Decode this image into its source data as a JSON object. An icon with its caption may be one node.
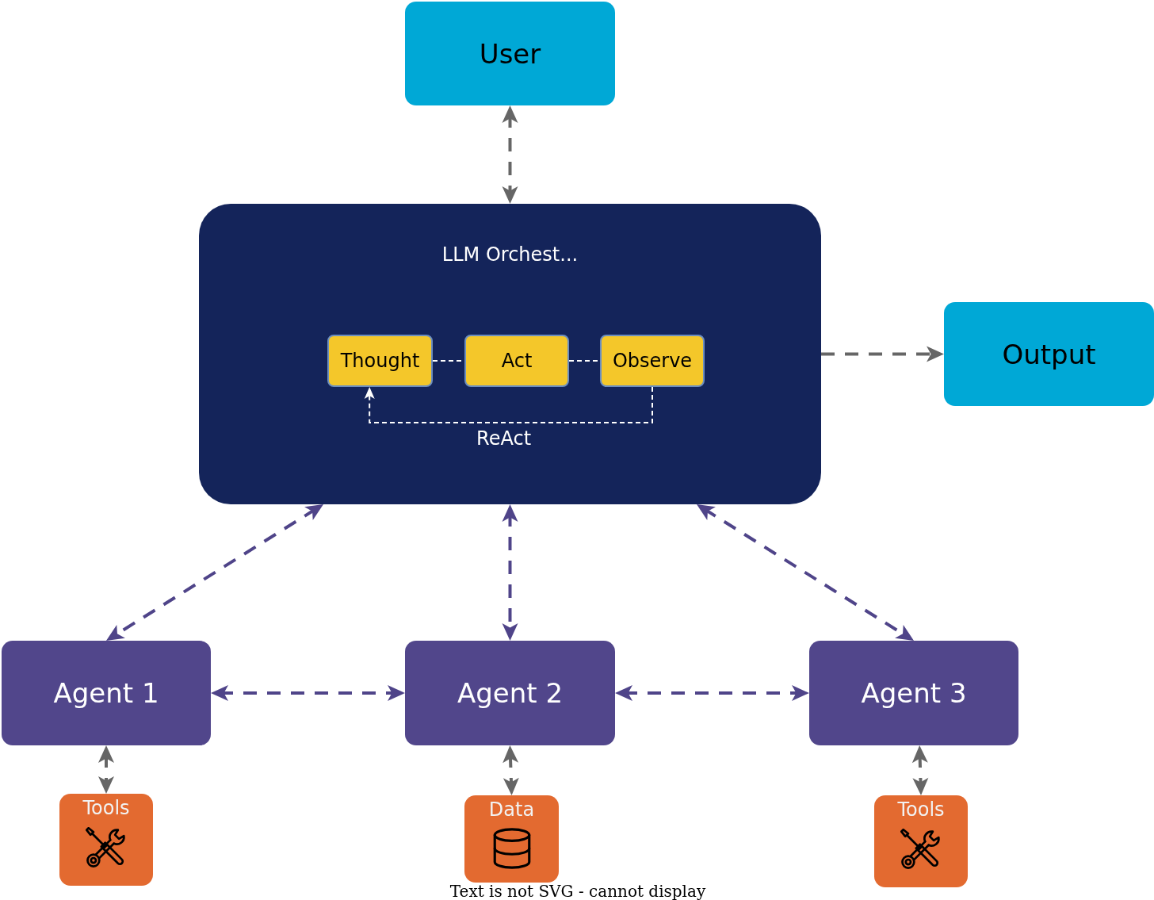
{
  "diagram": {
    "nodes": [
      {
        "text": [
          "User"
        ]
      },
      {
        "text": [
          "LLM Orchest..."
        ]
      },
      {
        "text": [
          "Thought"
        ],
        "in": 1
      },
      {
        "text": [
          "Act"
        ],
        "in": 1
      },
      {
        "text": [
          "Observe"
        ],
        "in": 1
      },
      {
        "text": [
          "Output"
        ]
      },
      {
        "text": [
          "Agent 1"
        ]
      },
      {
        "text": [
          "Agent 2"
        ]
      },
      {
        "text": [
          "Agent 3"
        ]
      },
      {
        "text": [
          "Tools"
        ]
      },
      {
        "text": [
          "Data"
        ]
      },
      {
        "text": [
          "Tools"
        ]
      }
    ],
    "edges": [
      {
        "from": 0,
        "to": 1,
        "arrow": "both",
        "style": "dashed",
        "color": "#666666"
      },
      {
        "from": 2,
        "to": 3,
        "arrow": "none",
        "style": "dashed",
        "color": "#ffffff"
      },
      {
        "from": 3,
        "to": 4,
        "arrow": "none",
        "style": "dashed",
        "color": "#ffffff"
      },
      {
        "from": 4,
        "to": 2,
        "arrow": "to",
        "label": "ReAct",
        "style": "dashed",
        "color": "#ffffff"
      },
      {
        "from": 1,
        "to": 5,
        "arrow": "to",
        "style": "dashed",
        "color": "#666666"
      },
      {
        "from": 1,
        "to": 6,
        "arrow": "both",
        "style": "dashed",
        "color": "#4f4489"
      },
      {
        "from": 1,
        "to": 7,
        "arrow": "both",
        "style": "dashed",
        "color": "#4f4489"
      },
      {
        "from": 1,
        "to": 8,
        "arrow": "both",
        "style": "dashed",
        "color": "#4f4489"
      },
      {
        "from": 6,
        "to": 7,
        "arrow": "both",
        "style": "dashed",
        "color": "#4f4489"
      },
      {
        "from": 7,
        "to": 8,
        "arrow": "both",
        "style": "dashed",
        "color": "#4f4489"
      },
      {
        "from": 6,
        "to": 9,
        "arrow": "both",
        "style": "dashed",
        "color": "#666666"
      },
      {
        "from": 7,
        "to": 10,
        "arrow": "both",
        "style": "dashed",
        "color": "#666666"
      },
      {
        "from": 8,
        "to": 11,
        "arrow": "both",
        "style": "dashed",
        "color": "#666666"
      }
    ],
    "labels": [
      "Text is not SVG - cannot display"
    ]
  }
}
